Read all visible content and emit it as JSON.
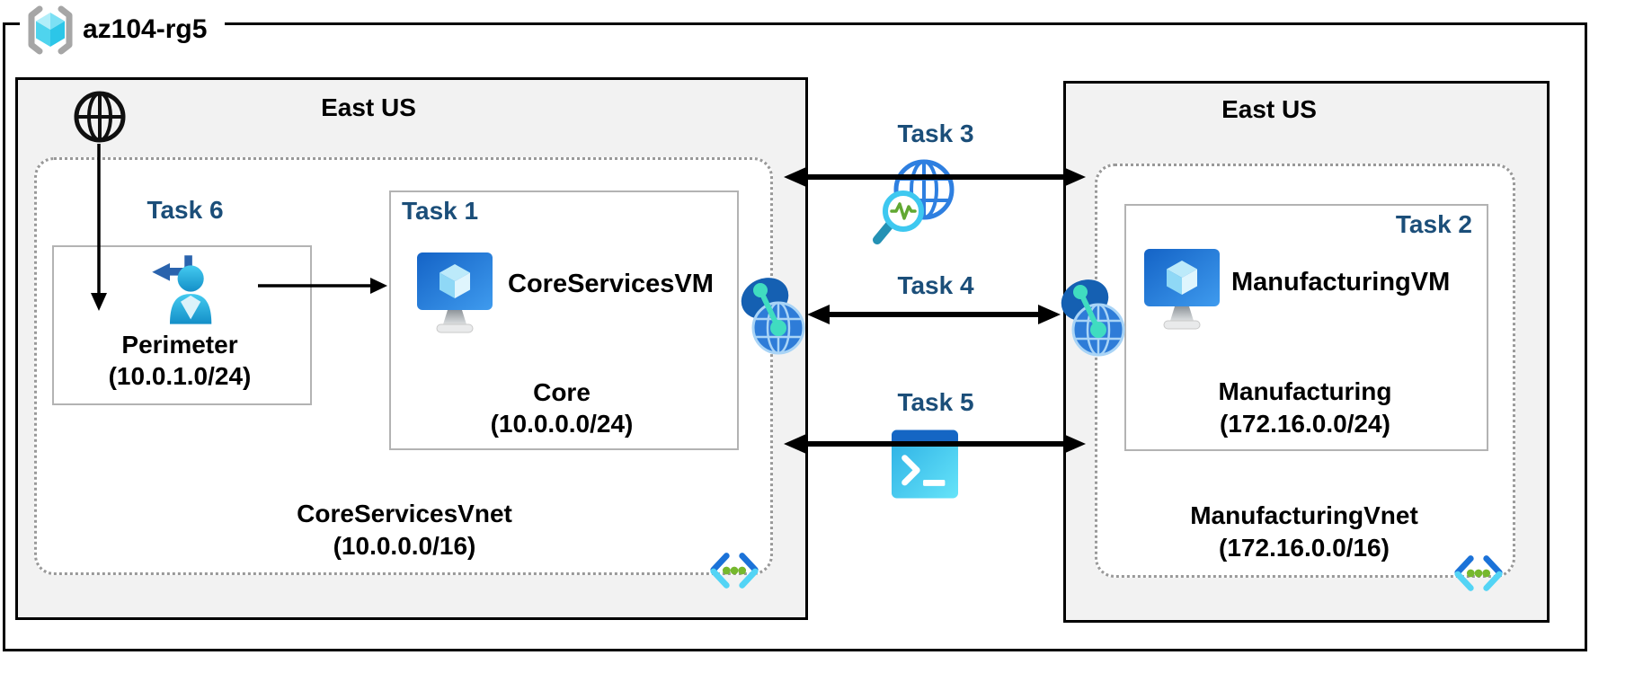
{
  "colors": {
    "task_label": "#1B4E79",
    "region_fill": "#F2F2F2",
    "border_black": "#000000",
    "dotted_border": "#999999",
    "inner_box_border": "#B3B3B3",
    "arrow": "#000000",
    "vm_screen_blue": "#1A67D2",
    "cyan_accent": "#2CC6E8",
    "teal_accent": "#40DCC0"
  },
  "resource_group": {
    "name": "az104-rg5",
    "icon": "resource-group-icon"
  },
  "left_region": {
    "location": "East US",
    "internet_icon": "internet-globe-icon",
    "vnet": {
      "name": "CoreServicesVnet",
      "cidr": "(10.0.0.0/16)",
      "icon": "virtual-network-icon"
    },
    "perimeter_subnet": {
      "task_label": "Task 6",
      "name": "Perimeter",
      "cidr": "(10.0.1.0/24)",
      "icon": "sign-in-user-icon"
    },
    "core_subnet": {
      "task_label": "Task 1",
      "vm_name": "CoreServicesVM",
      "name": "Core",
      "cidr": "(10.0.0.0/24)",
      "icon": "virtual-machine-icon"
    }
  },
  "right_region": {
    "location": "East US",
    "vnet": {
      "name": "ManufacturingVnet",
      "cidr": "(172.16.0.0/16)",
      "icon": "virtual-network-icon"
    },
    "manufacturing_subnet": {
      "task_label": "Task 2",
      "vm_name": "ManufacturingVM",
      "name": "Manufacturing",
      "cidr": "(172.16.0.0/24)",
      "icon": "virtual-machine-icon"
    }
  },
  "connections": [
    {
      "label": "Task 3",
      "icon": "network-watcher-icon"
    },
    {
      "label": "Task 4",
      "icon": "vnet-peering-icon"
    },
    {
      "label": "Task 5",
      "icon": "cloud-shell-icon"
    }
  ]
}
